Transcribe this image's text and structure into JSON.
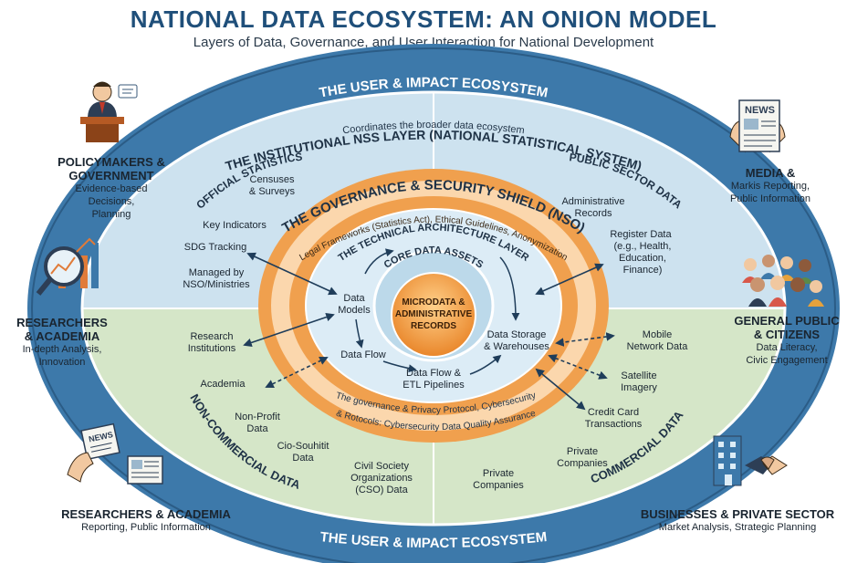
{
  "header": {
    "title": "NATIONAL DATA ECOSYSTEM: AN ONION MODEL",
    "subtitle": "Layers of Data, Governance, and User Interaction for National Development"
  },
  "rings": {
    "outer_top": "THE USER & IMPACT ECOSYSTEM",
    "outer_bottom": "THE USER & IMPACT ECOSYSTEM",
    "nss_title": "THE INSTITUTIONAL NSS LAYER (NATIONAL STATISTICAL SYSTEM)",
    "nss_sub": "Coordinates the broader data ecosystem",
    "governance_title": "THE GOVERNANCE & SECURITY SHIELD (NSO)",
    "governance_sub": "Legal Frameworks (Statistics Act), Ethical Guidelines, Anonymization",
    "governance_bottom_1": "The governance & Privacy Protocol, Cybersecurity",
    "governance_bottom_2": "& Rotocols: Cybersecurity Data Quality Assurance",
    "technical_title": "THE TECHNICAL ARCHITECTURE LAYER",
    "core_title": "CORE DATA ASSETS",
    "core_center_1": "MICRODATA &",
    "core_center_2": "ADMINISTRATIVE",
    "core_center_3": "RECORDS"
  },
  "quadrants": {
    "official": "OFFICIAL STATISTICS",
    "public": "PUBLIC SECTOR DATA",
    "noncommercial": "NON-COMMERCIAL DATA",
    "commercial": "COMMERCIAL DATA"
  },
  "tech_nodes": {
    "data_models_1": "Data",
    "data_models_2": "Models",
    "data_flow": "Data Flow",
    "etl_1": "Data Flow &",
    "etl_2": "ETL Pipelines",
    "storage_1": "Data Storage",
    "storage_2": "& Warehouses"
  },
  "official_items": {
    "censuses_1": "Censuses",
    "censuses_2": "& Surveys",
    "key_indicators": "Key Indicators",
    "sdg": "SDG Tracking",
    "managed_1": "Managed by",
    "managed_2": "NSO/Ministries"
  },
  "public_items": {
    "admin_1": "Administrative",
    "admin_2": "Records",
    "register_1": "Register Data",
    "register_2": "(e.g., Health,",
    "register_3": "Education,",
    "register_4": "Finance)"
  },
  "noncommercial_items": {
    "research_1": "Research",
    "research_2": "Institutions",
    "academia": "Academia",
    "nonprofit_1": "Non-Profit",
    "nonprofit_2": "Data",
    "cio_1": "Cio-Souhitit",
    "cio_2": "Data",
    "civil_1": "Civil Society",
    "civil_2": "Organizations",
    "civil_3": "(CSO) Data"
  },
  "commercial_items": {
    "mobile_1": "Mobile",
    "mobile_2": "Network Data",
    "satellite_1": "Satellite",
    "satellite_2": "Imagery",
    "credit_1": "Credit Card",
    "credit_2": "Transactions",
    "private_a_1": "Private",
    "private_a_2": "Companies",
    "private_b_1": "Private",
    "private_b_2": "Companies"
  },
  "personas": {
    "policymakers": {
      "name_1": "POLICYMAKERS &",
      "name_2": "GOVERNMENT",
      "desc_1": "Evidence-based",
      "desc_2": "Decisions,",
      "desc_3": "Planning"
    },
    "researchers": {
      "name_1": "RESEARCHERS",
      "name_2": "& ACADEMIA",
      "desc_1": "In-depth Analysis,",
      "desc_2": "Innovation"
    },
    "researchers2": {
      "name_1": "RESEARCHERS & ACADEMIA",
      "desc_1": "Reporting, Public Information"
    },
    "media": {
      "name_1": "MEDIA &",
      "desc_1": "Markis Reporting,",
      "desc_2": "Public Information",
      "news": "NEWS"
    },
    "public": {
      "name_1": "GENERAL PUBLIC",
      "name_2": "& CITIZENS",
      "desc_1": "Data Literacy,",
      "desc_2": "Civic Engagement"
    },
    "business": {
      "name_1": "BUSINESSES & PRIVATE SECTOR",
      "desc_1": "Market Analysis, Strategic Planning"
    }
  },
  "news_icon_label": "NEWS",
  "colors": {
    "outer_blue": "#3d79aa",
    "nss_blue": "#cde2ef",
    "green": "#d5e6c8",
    "orange": "#f0a04e",
    "orange_light": "#fbd7ad",
    "tech_blue": "#dcecf6",
    "core": "#f39a3a",
    "title_blue": "#1f4f7a"
  }
}
